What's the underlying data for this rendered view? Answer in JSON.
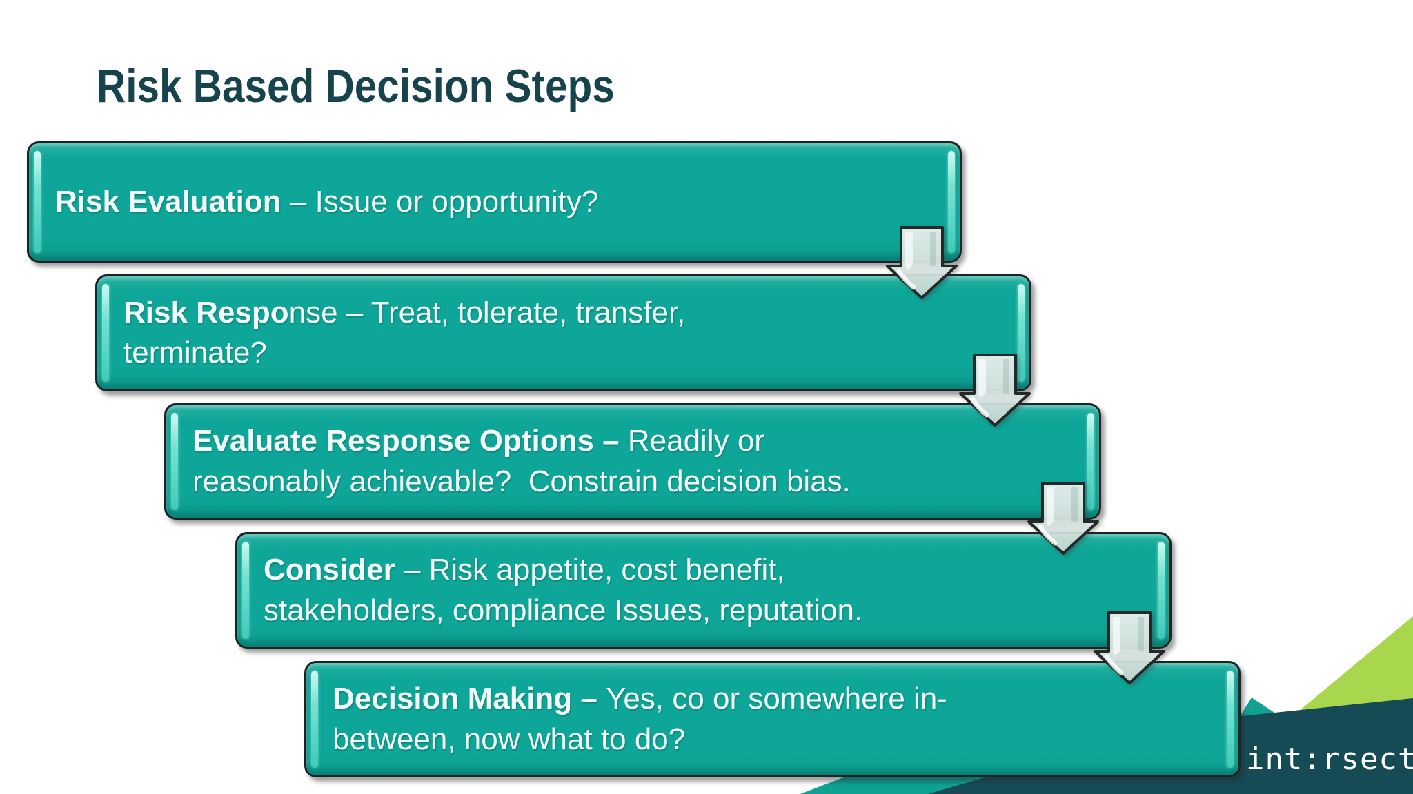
{
  "slide": {
    "title": "Risk Based Decision Steps"
  },
  "steps": [
    {
      "name": "risk-evaluation",
      "lines": [
        [
          {
            "b": 1,
            "t": "Risk Evaluation"
          },
          {
            "b": 0,
            "t": " – Issue or opportunity?"
          }
        ]
      ]
    },
    {
      "name": "risk-response",
      "lines": [
        [
          {
            "b": 1,
            "t": "Risk Respo"
          },
          {
            "b": 0,
            "t": "nse – Treat, tolerate, transfer,"
          }
        ],
        [
          {
            "b": 0,
            "t": "terminate?"
          }
        ]
      ]
    },
    {
      "name": "evaluate-response-options",
      "lines": [
        [
          {
            "b": 1,
            "t": "Evaluate Response Options – "
          },
          {
            "b": 0,
            "t": "Readily or"
          }
        ],
        [
          {
            "b": 0,
            "t": "reasonably achievable?  Constrain decision bias."
          }
        ]
      ]
    },
    {
      "name": "consider",
      "lines": [
        [
          {
            "b": 1,
            "t": "Consider"
          },
          {
            "b": 0,
            "t": " – Risk appetite, cost benefit,"
          }
        ],
        [
          {
            "b": 0,
            "t": "stakeholders, compliance Issues, reputation."
          }
        ]
      ]
    },
    {
      "name": "decision-making",
      "lines": [
        [
          {
            "b": 1,
            "t": "Decision Making – "
          },
          {
            "b": 0,
            "t": "Yes, co or somewhere in-"
          }
        ],
        [
          {
            "b": 0,
            "t": "between, now what to do?"
          }
        ]
      ]
    }
  ],
  "logo": {
    "brand": "int:rsect"
  },
  "colors": {
    "box_fill": "#0ea698",
    "box_border": "#1d2223",
    "gloss_stripe": "#7ce6d4",
    "title_text": "#17434d",
    "body_text": "#f4fbfa",
    "arrow_fill": "#dfeae7",
    "logo_dark": "#164b56",
    "logo_lime": "#a8d64d",
    "logo_teal": "#12a091"
  }
}
